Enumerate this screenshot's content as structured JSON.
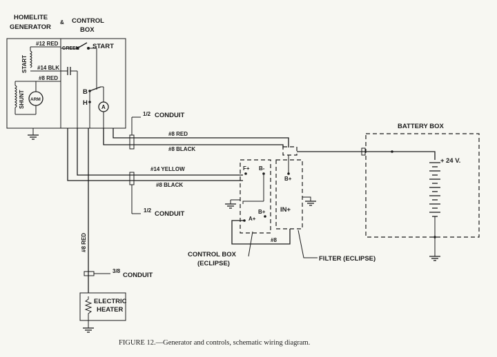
{
  "gen_title_1": "HOMELITE",
  "gen_title_2": "GENERATOR",
  "amp": "&",
  "cb_title_1": "CONTROL",
  "cb_title_2": "BOX",
  "start_label": "START",
  "start_coil": "START",
  "shunt_coil": "SHUNT",
  "arm_label": "ARM",
  "w12red": "#12 RED",
  "green": "GREEN",
  "w14blk": "#14 BLK",
  "w8red_small": "#8 RED",
  "b_label": "B",
  "h_label": "H",
  "ammeter": "A",
  "conduit_half_top_frac": "1/2",
  "conduit_half_top": "CONDUIT",
  "w8red_main": "#8 RED",
  "w8black_main": "#8 BLACK",
  "w14yellow": "#14 YELLOW",
  "w8black_lower": "#8 BLACK",
  "conduit_half_mid_frac": "1/2",
  "conduit_half_mid": "CONDUIT",
  "w8red_vert": "#8 RED",
  "conduit_38_frac": "3/8",
  "conduit_38": "CONDUIT",
  "heater_1": "ELECTRIC",
  "heater_2": "HEATER",
  "fplus": "F+",
  "bminus": "B-",
  "bplus_cb": "B+",
  "aplus": "A+",
  "bplus_filter": "B+",
  "inplus": "IN+",
  "w8_small": "#8",
  "cbe_1": "CONTROL BOX",
  "cbe_2": "(ECLIPSE)",
  "filter_label": "FILTER (ECLIPSE)",
  "battery_box": "BATTERY BOX",
  "voltage": "24 V.",
  "caption": "FIGURE 12.—Generator and controls, schematic wiring diagram."
}
